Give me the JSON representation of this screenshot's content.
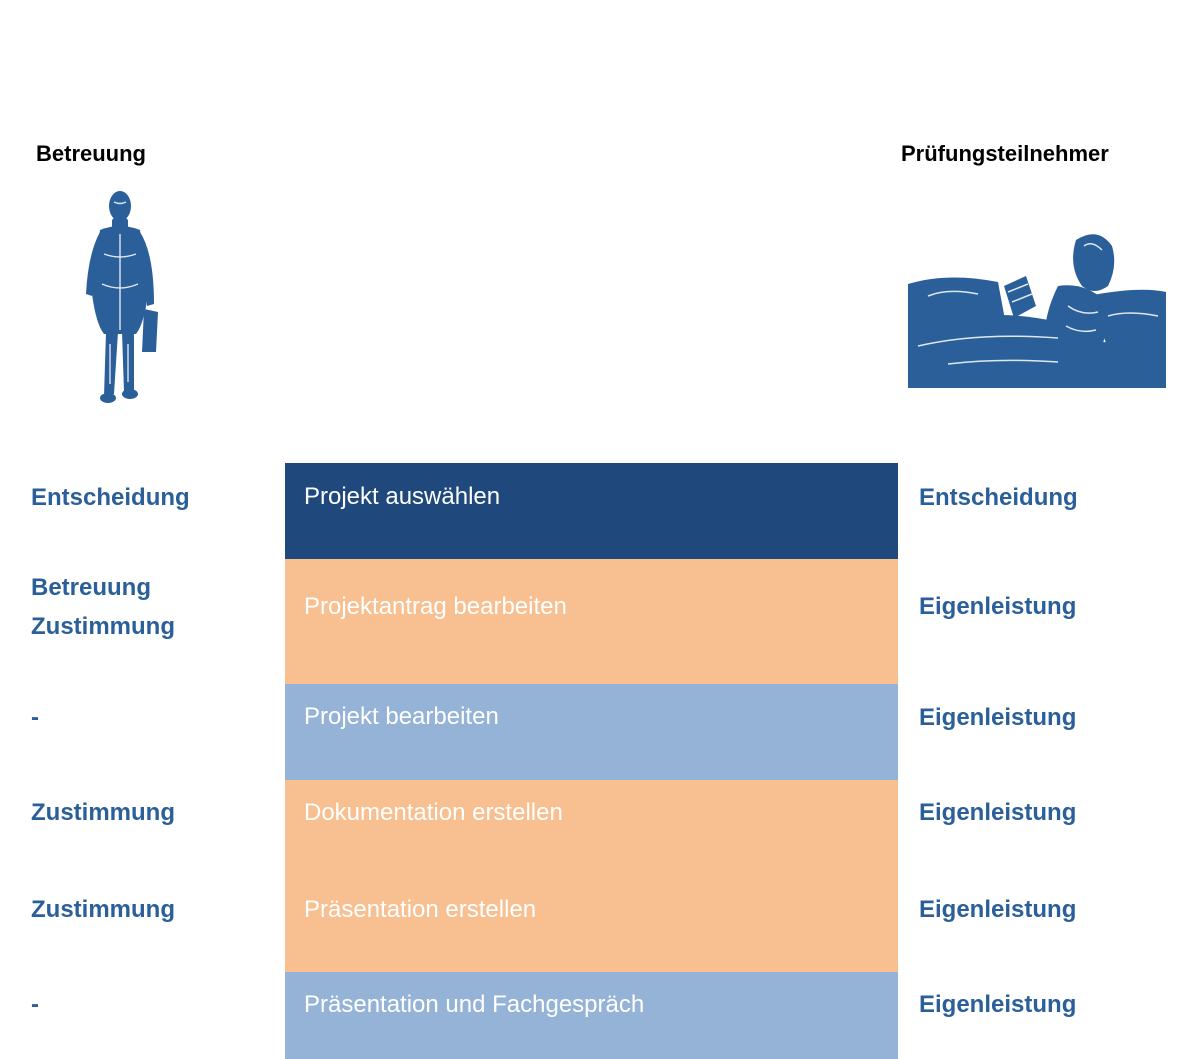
{
  "columns": {
    "left_header": "Betreuung",
    "right_header": "Prüfungsteilnehmer"
  },
  "steps": [
    {
      "left": "Entscheidung",
      "left2": "",
      "label": "Projekt auswählen",
      "right": "Entscheidung",
      "style": "dark"
    },
    {
      "left": "Betreuung",
      "left2": "Zustimmung",
      "label": "Projektantrag bearbeiten",
      "right": "Eigenleistung",
      "style": "orange"
    },
    {
      "left": "-",
      "left2": "",
      "label": "Projekt bearbeiten",
      "right": "Eigenleistung",
      "style": "blue"
    },
    {
      "left": "Zustimmung",
      "left2": "",
      "label": "Dokumentation erstellen",
      "right": "Eigenleistung",
      "style": "orange"
    },
    {
      "left": "Zustimmung",
      "left2": "",
      "label": "Präsentation erstellen",
      "right": "Eigenleistung",
      "style": "orange"
    },
    {
      "left": "-",
      "left2": "",
      "label": "Präsentation und Fachgespräch",
      "right": "Eigenleistung",
      "style": "blue"
    }
  ],
  "colors": {
    "dark": "#1f497d",
    "orange": "#f8c091",
    "blue": "#95b3d7",
    "label_text": "#2b5f9a"
  },
  "icons": {
    "left_figure": "standing-person-illustration",
    "right_figure": "person-reading-on-sofa-illustration"
  }
}
